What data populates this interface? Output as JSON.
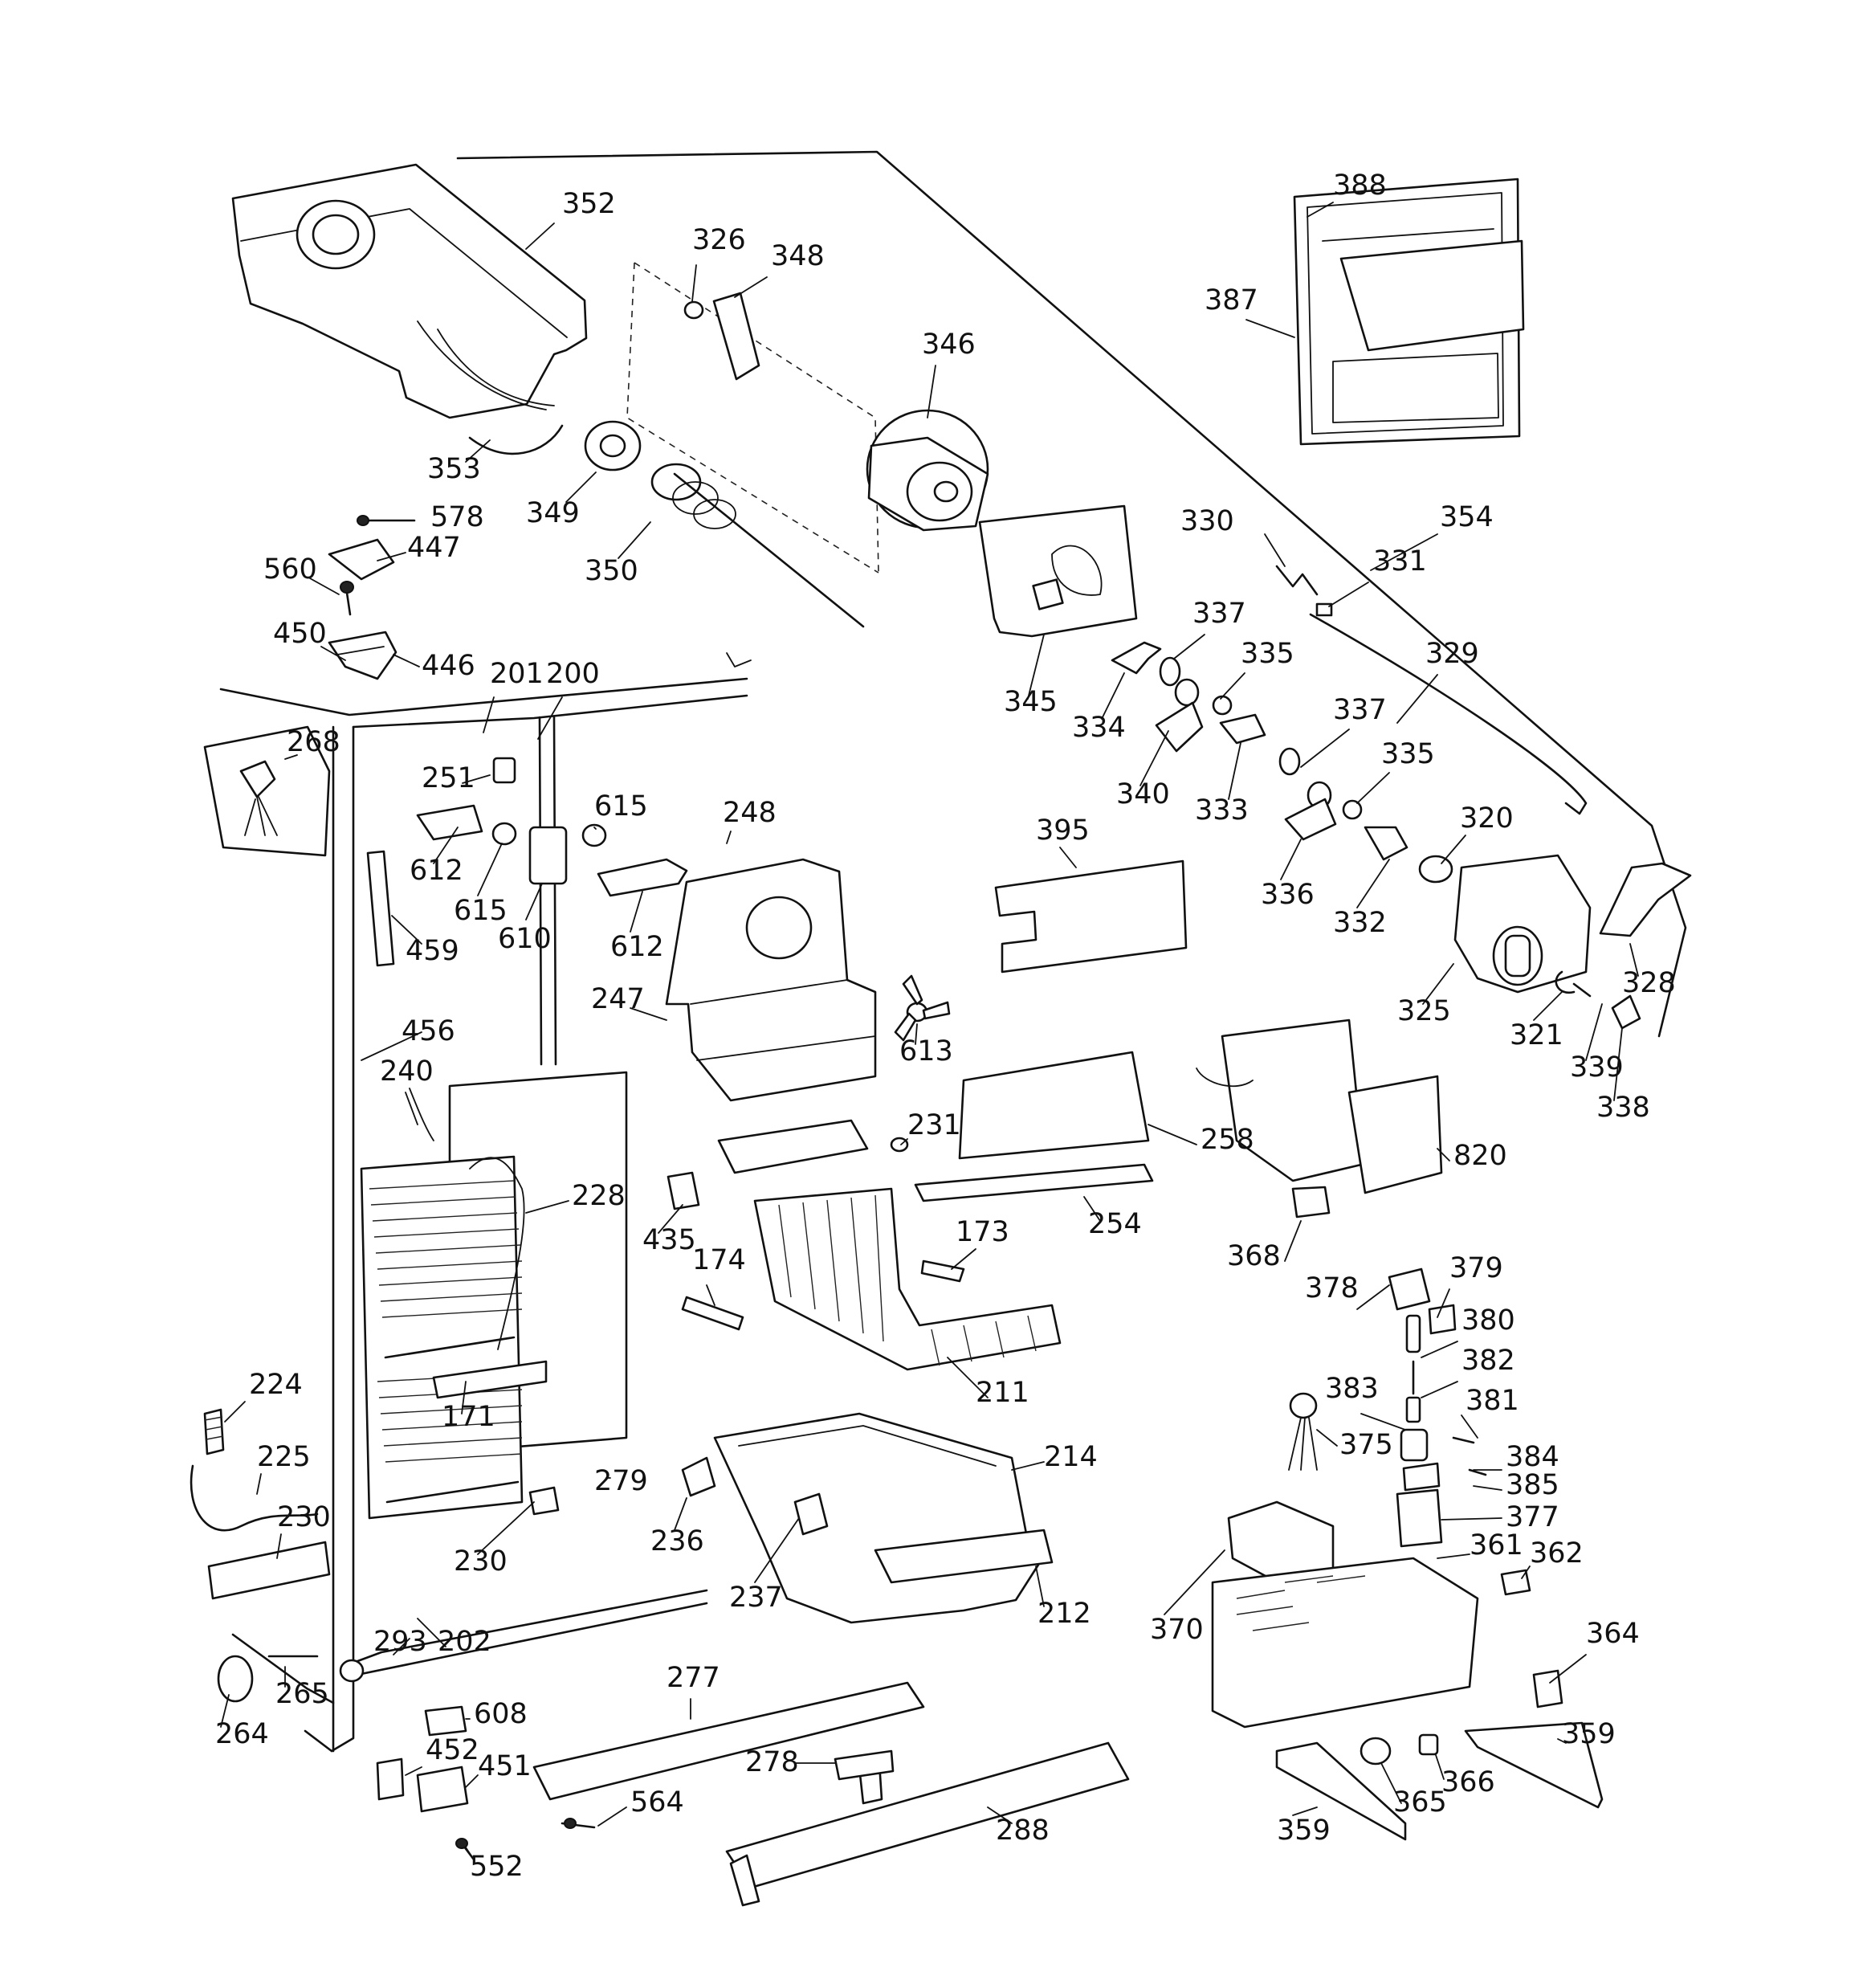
{
  "diagram": {
    "type": "exploded-parts-view",
    "labels": [
      "352",
      "326",
      "348",
      "346",
      "388",
      "387",
      "353",
      "349",
      "350",
      "578",
      "447",
      "560",
      "450",
      "446",
      "330",
      "354",
      "331",
      "337",
      "335",
      "329",
      "345",
      "334",
      "340",
      "333",
      "337",
      "335",
      "320",
      "201",
      "200",
      "268",
      "251",
      "615",
      "248",
      "612",
      "615",
      "610",
      "612",
      "459",
      "395",
      "336",
      "332",
      "328",
      "325",
      "321",
      "339",
      "338",
      "247",
      "613",
      "456",
      "240",
      "231",
      "258",
      "820",
      "228",
      "435",
      "174",
      "173",
      "254",
      "368",
      "378",
      "379",
      "380",
      "382",
      "383",
      "381",
      "375",
      "384",
      "385",
      "377",
      "224",
      "225",
      "230",
      "171",
      "211",
      "214",
      "279",
      "236",
      "230",
      "237",
      "212",
      "361",
      "362",
      "370",
      "364",
      "293",
      "202",
      "265",
      "277",
      "264",
      "608",
      "452",
      "451",
      "278",
      "359",
      "365",
      "366",
      "564",
      "288",
      "552",
      "359"
    ]
  }
}
